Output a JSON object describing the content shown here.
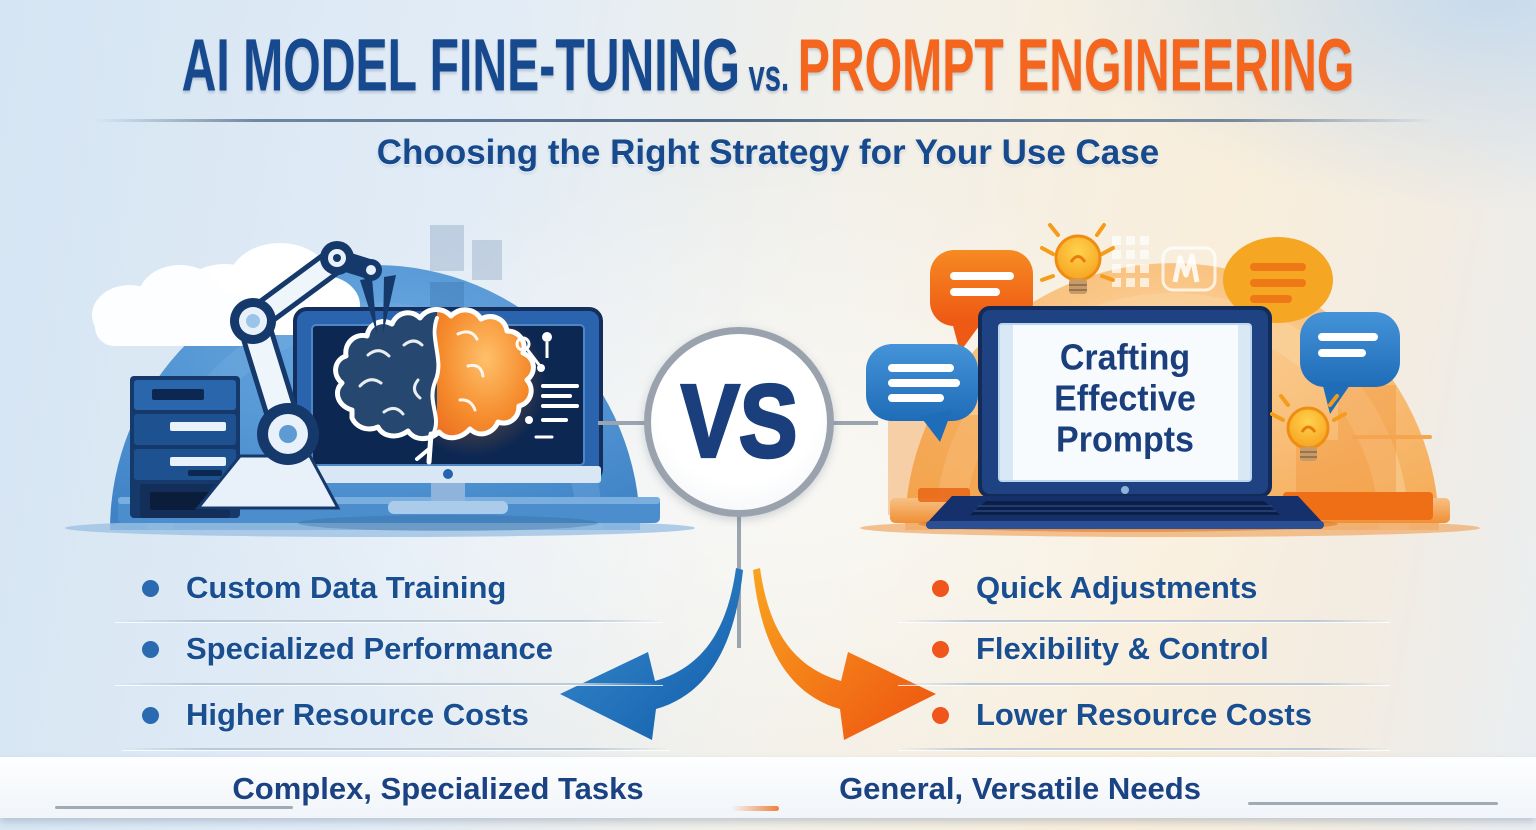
{
  "header": {
    "title_left": "AI MODEL FINE-TUNING",
    "title_separator": "vs.",
    "title_right": "PROMPT ENGINEERING",
    "subtitle": "Choosing the Right Strategy for Your Use Case"
  },
  "versus": {
    "label": "VS"
  },
  "fine_tuning": {
    "bullets": [
      "Custom Data Training",
      "Specialized Performance",
      "Higher Resource Costs"
    ],
    "use_case": "Complex, Specialized Tasks"
  },
  "prompt_engineering": {
    "laptop_screen": {
      "line1": "Crafting",
      "line2": "Effective",
      "line3": "Prompts"
    },
    "bullets": [
      "Quick Adjustments",
      "Flexibility & Control",
      "Lower Resource Costs"
    ],
    "use_case": "General, Versatile Needs"
  },
  "colors": {
    "navy_text": "#17498f",
    "orange_accent": "#f4661d",
    "blue_arrow": "#1565ae",
    "orange_arrow": "#ee5a10",
    "left_dome_blue": "#4488cb",
    "right_dome_orange": "#f6b469",
    "left_bullet_dot": "#2a6ab0",
    "right_bullet_dot": "#f0551c",
    "vs_circle_border": "#9aa3ad"
  }
}
